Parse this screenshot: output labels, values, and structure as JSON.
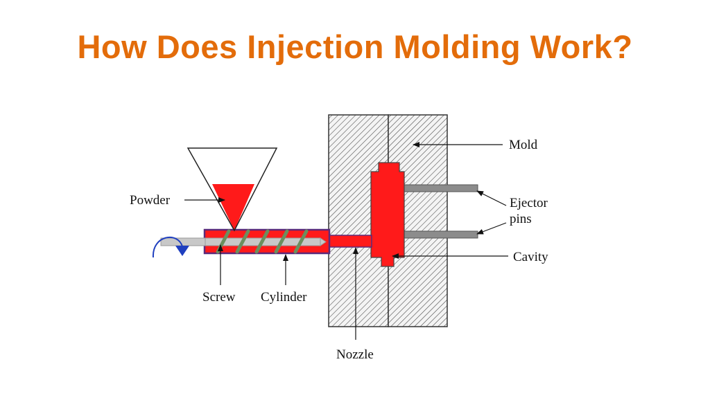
{
  "title": "How Does Injection Molding Work?",
  "colors": {
    "title": "#e36c0a",
    "melt": "#ff1a1a",
    "barrel_outline": "#5b2a7a",
    "screw_flight": "#6b8f5e",
    "rotation_arrow": "#1f3fbf",
    "ejector_pin": "#8c8c8c"
  },
  "labels": {
    "powder": "Powder",
    "mold": "Mold",
    "ejector": "Ejector",
    "pins": "pins",
    "cavity": "Cavity",
    "screw": "Screw",
    "cylinder": "Cylinder",
    "nozzle": "Nozzle"
  },
  "icons": [
    "rotation-arrow-icon"
  ]
}
